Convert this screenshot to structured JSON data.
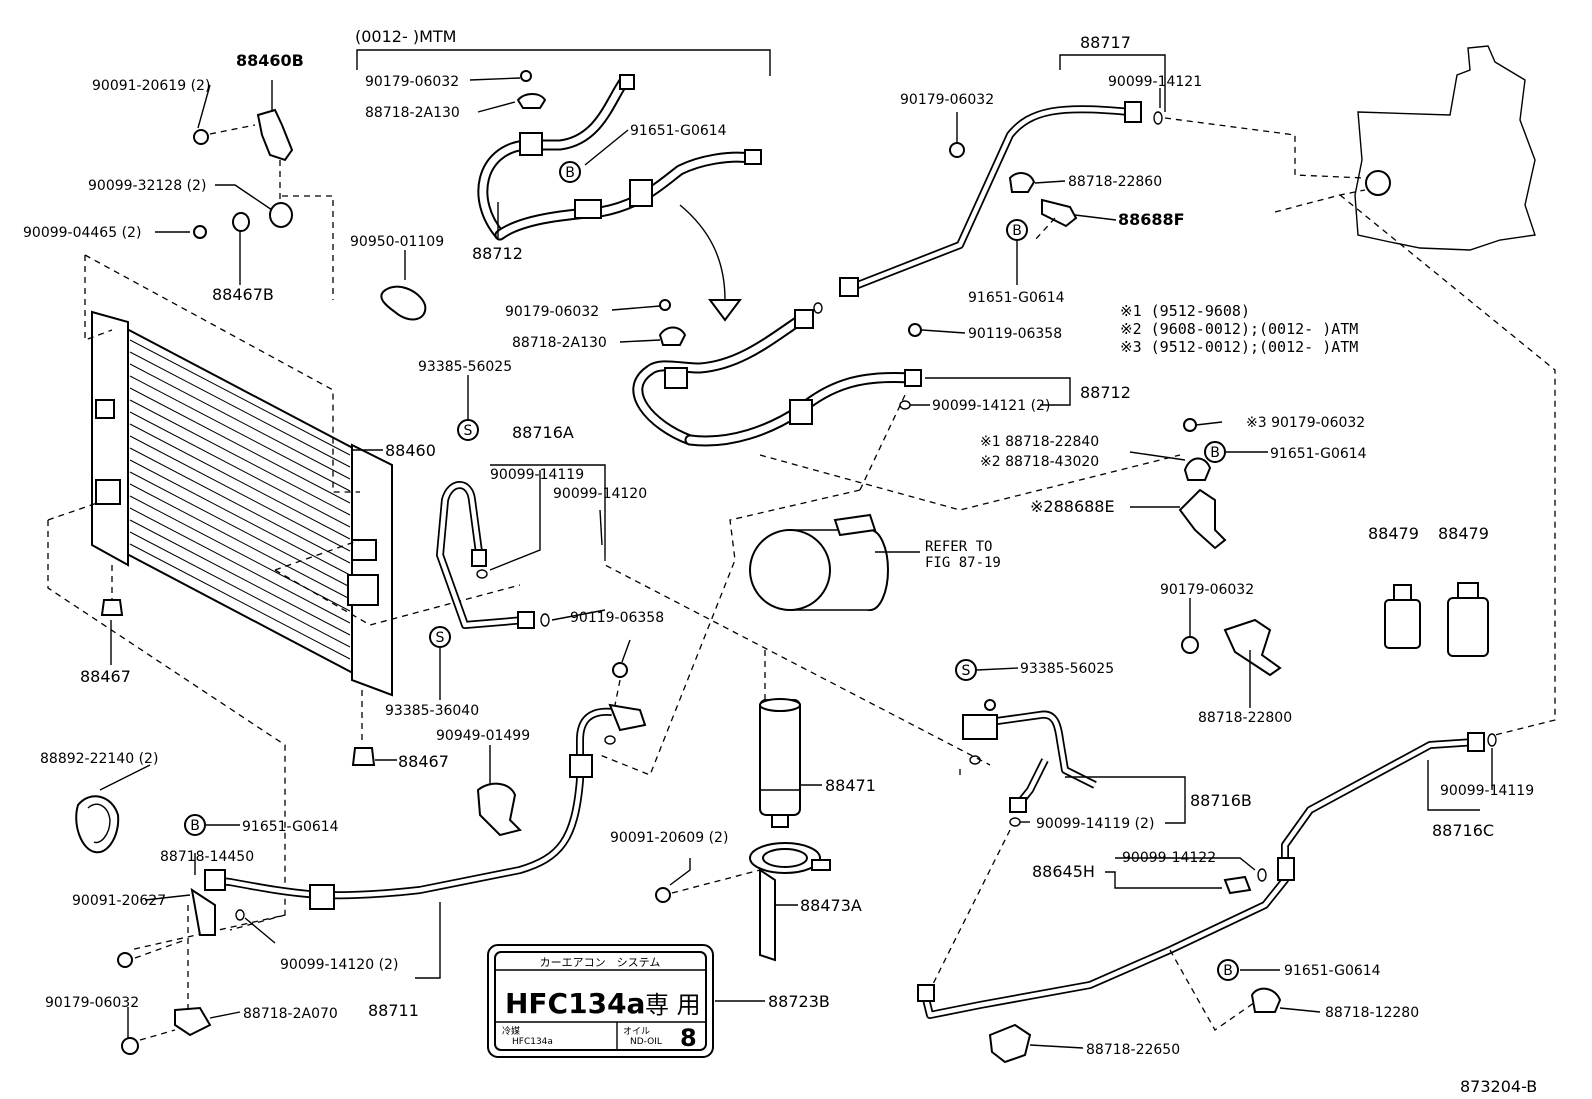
{
  "callouts": {
    "c1": "(0012-      )MTM",
    "c2": "88717",
    "c3": "88460B",
    "c4": "90091-20619 (2)",
    "c5": "90099-32128 (2)",
    "c6": "90099-04465 (2)",
    "c7": "88467B",
    "c8": "90179-06032",
    "c9": "88718-2A130",
    "c10": "91651-G0614",
    "c11": "88712",
    "c12": "90950-01109",
    "c13": "90179-06032",
    "c14": "90099-14121",
    "c15": "88718-22860",
    "c16": "88688F",
    "c17": "91651-G0614",
    "c18": "90179-06032",
    "c19": "88718-2A130",
    "c20": "90119-06358",
    "c21": "88712",
    "c22": "90099-14121 (2)",
    "c23": "93385-56025",
    "c24": "88716A",
    "c25": "90099-14119",
    "c26": "90099-14120",
    "c27": "88460",
    "c28": "88467",
    "c29": "93385-36040",
    "c30": "90119-06358",
    "c31": "88467",
    "c32": "90949-01499",
    "c33": "88471",
    "c34": "REFER TO",
    "c35": "FIG 87-19",
    "c36": "※1 88718-22840",
    "c37": "※2 88718-43020",
    "c38": "※3 90179-06032",
    "c39": "91651-G0614",
    "c40": "※288688E",
    "c41": "88479",
    "c42": "88479",
    "c43": "90179-06032",
    "c44": "88718-22800",
    "c45": "93385-56025",
    "c46": "88716B",
    "c47": "90099-14119 (2)",
    "c48": "90099-14119",
    "c49": "88716C",
    "c50": "88892-22140 (2)",
    "c51": "91651-G0614",
    "c52": "88718-14450",
    "c53": "90091-20627",
    "c54": "90099-14120 (2)",
    "c55": "88711",
    "c56": "90179-06032",
    "c57": "88718-2A070",
    "c58": "90091-20609 (2)",
    "c59": "88473A",
    "c60": "88723B",
    "c61": "88645H",
    "c62": "90099-14122",
    "c63": "91651-G0614",
    "c64": "88718-12280",
    "c65": "88718-22650",
    "c66": "873204-B"
  },
  "notes": {
    "n1": "※1 (9512-9608)",
    "n2": "※2 (9608-0012);(0012-      )ATM",
    "n3": "※3 (9512-0012);(0012-      )ATM"
  },
  "label_plate": {
    "header": "カーエアコン　システム",
    "refrigerant": "HFC134a",
    "kanji": "専 用",
    "left_small_1": "冷媒",
    "left_small_2": "HFC134a",
    "right_small_1": "オイル",
    "right_small_2": "ND-OIL",
    "oil_number": "8"
  },
  "markers": {
    "b": "B",
    "s": "S"
  }
}
